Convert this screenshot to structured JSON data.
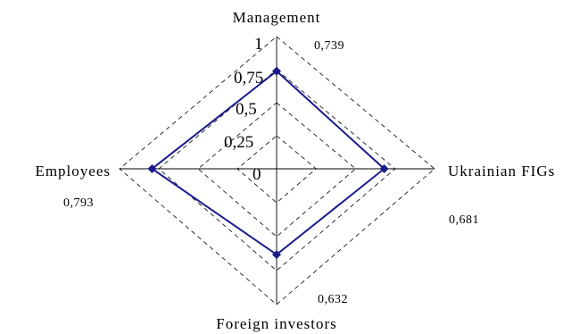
{
  "chart_data": {
    "type": "radar",
    "axes": [
      "Management",
      "Ukrainian FIGs",
      "Foreign investors",
      "Employees"
    ],
    "ticks": [
      "0",
      "0,25",
      "0,5",
      "0,75",
      "1"
    ],
    "tick_values": [
      0,
      0.25,
      0.5,
      0.75,
      1
    ],
    "range": [
      0,
      1
    ],
    "grid": true,
    "values": [
      0.739,
      0.681,
      0.632,
      0.793
    ],
    "value_labels": [
      "0,739",
      "0,681",
      "0,632",
      "0,793"
    ],
    "series_color": "#1a1a8c"
  }
}
